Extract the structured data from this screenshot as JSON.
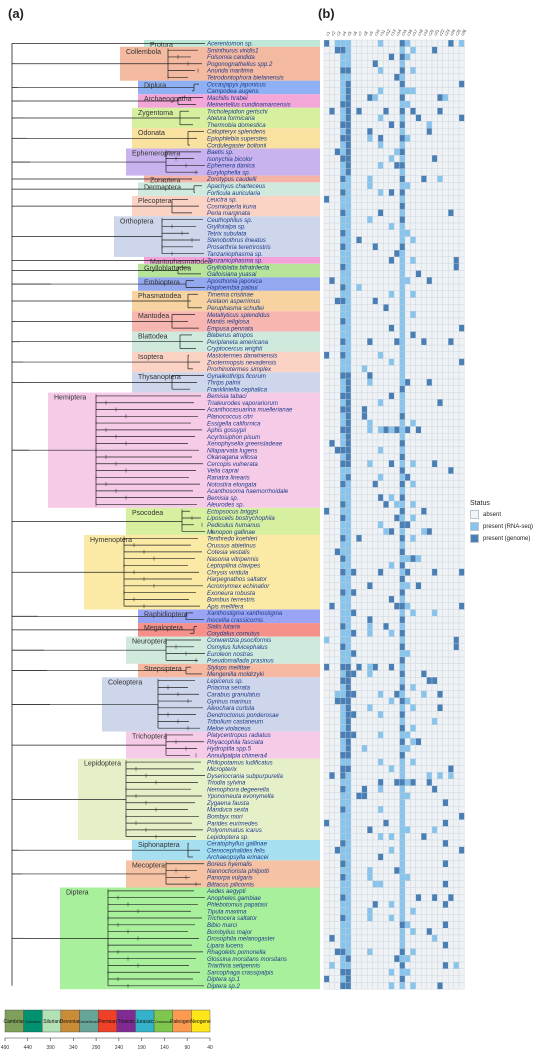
{
  "panel_a": "(a)",
  "panel_b": "(b)",
  "legend": {
    "title": "Status",
    "items": [
      {
        "label": "absent",
        "color": "#f3f6f8"
      },
      {
        "label": "present (RNA-seq)",
        "color": "#88c4ec"
      },
      {
        "label": "present (genome)",
        "color": "#4a7fb5"
      }
    ]
  },
  "column_headers": [
    "c1",
    "c2",
    "c3",
    "c4",
    "c5",
    "c6",
    "c7",
    "c8",
    "c9",
    "c10",
    "c11",
    "c12",
    "c13",
    "c14",
    "c15",
    "c16",
    "c17",
    "c18",
    "c19",
    "c20",
    "c21",
    "c22",
    "c23",
    "c24",
    "c25",
    "c26"
  ],
  "orders": [
    {
      "name": "Protura",
      "color": "#bfe8d8",
      "start": 0,
      "end": 0
    },
    {
      "name": "Collembola",
      "color": "#f4b9a1",
      "start": 1,
      "end": 5
    },
    {
      "name": "Diplura",
      "color": "#8fb0f2",
      "start": 6,
      "end": 7
    },
    {
      "name": "Archaeognatha",
      "color": "#f3a6d8",
      "start": 8,
      "end": 9
    },
    {
      "name": "Zygentoma",
      "color": "#d7f0a0",
      "start": 10,
      "end": 12
    },
    {
      "name": "Odonata",
      "color": "#f9e1a0",
      "start": 13,
      "end": 15
    },
    {
      "name": "Ephemeroptera",
      "color": "#c8b3ee",
      "start": 16,
      "end": 19
    },
    {
      "name": "Zoraptera",
      "color": "#f6b4a8",
      "start": 20,
      "end": 20
    },
    {
      "name": "Dermaptera",
      "color": "#cfe9dd",
      "start": 21,
      "end": 22
    },
    {
      "name": "Plecoptera",
      "color": "#fbd3c4",
      "start": 23,
      "end": 25
    },
    {
      "name": "Orthoptera",
      "color": "#cdd6ea",
      "start": 26,
      "end": 31
    },
    {
      "name": "Mantophasmatodea",
      "color": "#f3a1d8",
      "start": 32,
      "end": 32
    },
    {
      "name": "Grylloblattodea",
      "color": "#b6e59a",
      "start": 33,
      "end": 34
    },
    {
      "name": "Embioptera",
      "color": "#94a8f0",
      "start": 35,
      "end": 36
    },
    {
      "name": "Phasmatodea",
      "color": "#f6d3a0",
      "start": 37,
      "end": 39
    },
    {
      "name": "Mantodea",
      "color": "#f8b6b0",
      "start": 40,
      "end": 42
    },
    {
      "name": "Blattodea",
      "color": "#cfe9dd",
      "start": 43,
      "end": 45
    },
    {
      "name": "Isoptera",
      "color": "#fbd3c4",
      "start": 46,
      "end": 48
    },
    {
      "name": "Thysanoptera",
      "color": "#cdd6ea",
      "start": 49,
      "end": 51
    },
    {
      "name": "Hemiptera",
      "color": "#f6cbe8",
      "start": 52,
      "end": 68
    },
    {
      "name": "Psocodea",
      "color": "#d7f0a0",
      "start": 69,
      "end": 72
    },
    {
      "name": "Hymenoptera",
      "color": "#fbeaa5",
      "start": 73,
      "end": 83
    },
    {
      "name": "Raphidioptera",
      "color": "#9aa4f4",
      "start": 84,
      "end": 85
    },
    {
      "name": "Megaloptera",
      "color": "#f5918a",
      "start": 86,
      "end": 87
    },
    {
      "name": "Neuroptera",
      "color": "#cfe9dd",
      "start": 88,
      "end": 91
    },
    {
      "name": "Strepsiptera",
      "color": "#f6b8a0",
      "start": 92,
      "end": 93
    },
    {
      "name": "Coleoptera",
      "color": "#cdd6ea",
      "start": 94,
      "end": 101
    },
    {
      "name": "Trichoptera",
      "color": "#f6cbe8",
      "start": 102,
      "end": 105
    },
    {
      "name": "Lepidoptera",
      "color": "#e6f0c8",
      "start": 106,
      "end": 117
    },
    {
      "name": "Siphonaptera",
      "color": "#a5dff0",
      "start": 118,
      "end": 120
    },
    {
      "name": "Mecoptera",
      "color": "#f6c2a4",
      "start": 121,
      "end": 124
    },
    {
      "name": "Diptera",
      "color": "#a8f09c",
      "start": 125,
      "end": 139
    }
  ],
  "species": [
    "Acerentomon sp.",
    "Sminthurus viridis1",
    "Folsomia candida",
    "Pogonognathellus spp.2",
    "Anurida maritima",
    "Tetrodontophora bielanensis",
    "Occasjapyx japonicus",
    "Campodea augens",
    "Machilis hrabei",
    "Meinertellus cundinamarcensis",
    "Tricholepidion gertschi",
    "Atelura formicaria",
    "Thermobia domestica",
    "Calopteryx splendens",
    "Epiophlebia superstes",
    "Cordulegaster boltonii",
    "Baetis sp.",
    "Isonychia bicolor",
    "Ephemera danica",
    "Eurylophella sp.",
    "Zorotypus caudelli",
    "Apachyus charteceus",
    "Forficula auricularia",
    "Leuctra sp.",
    "Cosmioperla kuna",
    "Perla marginata",
    "Ceuthophilus sp.",
    "Gryllotalpa sp.",
    "Tetrix subulata",
    "Stenobothrus lineatus",
    "Prosarthria teretrirostris",
    "Tanzaniophasma sp.",
    "Tanzaniophasma sp.",
    "Grylloblatta bifratrilecta",
    "Galloisiana yuasai",
    "Aposthonia japonica",
    "Haploembia palaui",
    "Timema cristinae",
    "Aretaon asperrimus",
    "Peruphasma schultei",
    "Metallyticus splendidus",
    "Mantis religiosa",
    "Empusa pennata",
    "Blaberus atropos",
    "Periplaneta americana",
    "Cryptocercus wrighti",
    "Mastotermes darwiniensis",
    "Zootermopsis nevadensis",
    "Prorhinotermes simplex",
    "Gynaikothrips ficorum",
    "Thrips palmi",
    "Frankliniella cephalica",
    "Bemisia tabaci",
    "Trialeurodes vaporariorum",
    "Acanthocasuarina muellerianae",
    "Planococcus citri",
    "Essigella californica",
    "Aphis gossypii",
    "Acyrtosiphon pisum",
    "Xenophysella greensladeae",
    "Nilaparvata lugens",
    "Okanagana villosa",
    "Cercopis vulnerata",
    "Velia caprai",
    "Ranatra linearis",
    "Notostira elongata",
    "Acanthosoma haemorrhoidale",
    "Bemisia sp.",
    "Aleurodes sp.",
    "Ectopsocus briggsi",
    "Liposcelis bostrychophila",
    "Pediculus humanus",
    "Menopon gallinae",
    "Tenthredo koehleri",
    "Orussus abietinus",
    "Cotesia vestalis",
    "Nasonia vitripennis",
    "Leptopilina clavipes",
    "Chrysis viridula",
    "Harpegnathos saltator",
    "Acromyrmex echinatior",
    "Exoneura robusta",
    "Bombus terrestris",
    "Apis mellifera",
    "Xanthostigma xanthostigma",
    "Inocellia crassicornis",
    "Sialis lutaria",
    "Corydalus cornutus",
    "Conwentzia psociformis",
    "Osmylus fulvicephalus",
    "Euroleon nostras",
    "Pseudomallada prasinus",
    "Stylops melittae",
    "Mengenilla moldrzyki",
    "Lepicerus sp.",
    "Priacma serrata",
    "Carabus granulatus",
    "Gyrinus marinus",
    "Aleochara curtula",
    "Dendroctonus ponderosae",
    "Tribolium castaneum",
    "Meloe violaceus",
    "Platycentropus radiatus",
    "Rhyacophila fasciata",
    "Hydroptila spp.5",
    "Annulipalpia chimera4",
    "Philopotamus ludificatus",
    "Micropterix",
    "Dyseriocrania subpurpurella",
    "Triodia sylvina",
    "Nemophora degeerella",
    "Yponomeuta evonymella",
    "Zygaena fausta",
    "Manduca sexta",
    "Bombyx mori",
    "Parides eurimedes",
    "Polyommatus icarus",
    "Lepidoptera sp.",
    "Ceratophyllus gallinae",
    "Ctenocephalides felis",
    "Archaeopsylla erinacei",
    "Boreus hyemalis",
    "Nannochorista philpotti",
    "Panorpa vulgaris",
    "Bittacus pilicornis",
    "Aedes aegypti",
    "Anopheles gambiae",
    "Phlebotomus papatasi",
    "Tipula maxima",
    "Trichocera saltator",
    "Bibio marci",
    "Bombylius major",
    "Drosophila melanogaster",
    "Lipara lucens",
    "Rhagoletis pomonella",
    "Glossina morsitans morsitans",
    "Triarthria setipennis",
    "Sarcophaga crassipalpis",
    "Diptera sp.1",
    "Diptera sp.2"
  ],
  "timescale": {
    "periods": [
      {
        "name": "Cambrian",
        "color": "#7fa05a"
      },
      {
        "name": "Ordovician",
        "color": "#009270"
      },
      {
        "name": "Silurian",
        "color": "#b3e1b6"
      },
      {
        "name": "Devonian",
        "color": "#cb8c37"
      },
      {
        "name": "Carboniferous",
        "color": "#67a599"
      },
      {
        "name": "Permian",
        "color": "#f04028"
      },
      {
        "name": "Triassic",
        "color": "#812b92"
      },
      {
        "name": "Jurassic",
        "color": "#34b2c9"
      },
      {
        "name": "Cretaceous",
        "color": "#7fc64e"
      },
      {
        "name": "Paleogene",
        "color": "#fd9a52"
      },
      {
        "name": "Neogene",
        "color": "#ffe619"
      }
    ],
    "ticks": [
      "490",
      "440",
      "390",
      "340",
      "290",
      "240",
      "190",
      "140",
      "90",
      "40"
    ]
  },
  "matrix_colors": {
    "absent": "#eef2f5",
    "rna": "#88c4ec",
    "genome": "#4a7fb5",
    "grid": "#c4ced6"
  }
}
